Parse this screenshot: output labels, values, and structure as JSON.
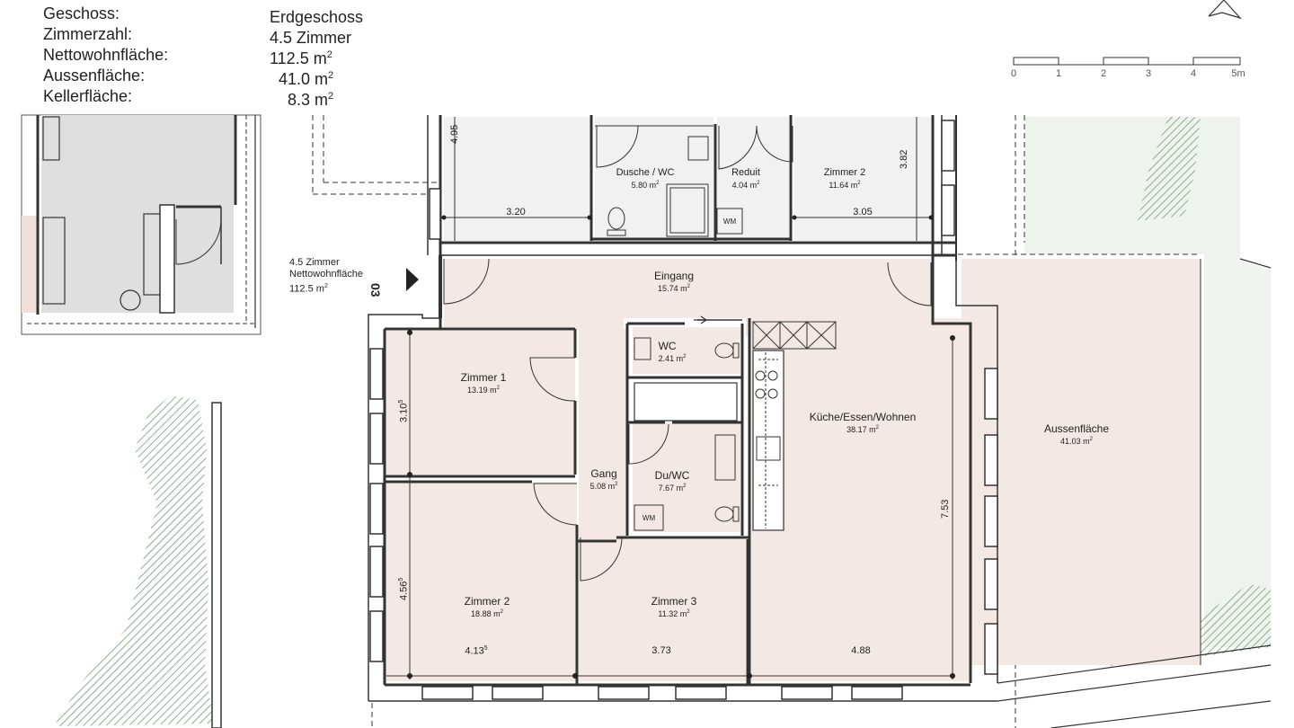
{
  "info": {
    "rows": [
      {
        "label": "Geschoss:",
        "value": "Erdgeschoss",
        "unit": ""
      },
      {
        "label": "Zimmerzahl:",
        "value": "4.5 Zimmer",
        "unit": ""
      },
      {
        "label": "Nettowohnfläche:",
        "value": "112.5 m",
        "unit": "2"
      },
      {
        "label": "Aussenfläche:",
        "value": "41.0 m",
        "unit": "2"
      },
      {
        "label": "Kellerfläche:",
        "value": "8.3 m",
        "unit": "2"
      }
    ]
  },
  "scale_bar": {
    "ticks": [
      "0",
      "1",
      "2",
      "3",
      "4",
      "5m"
    ]
  },
  "unit_marker": {
    "line1": "4.5 Zimmer",
    "line2": "Nettowohnfläche",
    "line3": "112.5 m",
    "sup": "2",
    "number": "03"
  },
  "rooms": {
    "upper_dusche": {
      "name": "Dusche / WC",
      "area": "5.80 m",
      "sup": "2"
    },
    "upper_reduit": {
      "name": "Reduit",
      "area": "4.04 m",
      "sup": "2"
    },
    "upper_zimmer2": {
      "name": "Zimmer 2",
      "area": "11.64 m",
      "sup": "2"
    },
    "eingang": {
      "name": "Eingang",
      "area": "15.74 m",
      "sup": "2"
    },
    "wc": {
      "name": "WC",
      "area": "2.41 m",
      "sup": "2"
    },
    "zimmer1": {
      "name": "Zimmer 1",
      "area": "13.19 m",
      "sup": "2"
    },
    "kueche": {
      "name": "Küche/Essen/Wohnen",
      "area": "38.17 m",
      "sup": "2"
    },
    "aussen": {
      "name": "Aussenfläche",
      "area": "41.03 m",
      "sup": "2"
    },
    "gang": {
      "name": "Gang",
      "area": "5.08 m",
      "sup": "2"
    },
    "duwc": {
      "name": "Du/WC",
      "area": "7.67 m",
      "sup": "2"
    },
    "zimmer2": {
      "name": "Zimmer 2",
      "area": "18.88 m",
      "sup": "2"
    },
    "zimmer3": {
      "name": "Zimmer 3",
      "area": "11.32 m",
      "sup": "2"
    }
  },
  "dimensions": {
    "top_left_w": "3.20",
    "top_right_w": "3.05",
    "top_left_h": "4.95",
    "top_right_h": "3.82",
    "z1_h": "3.10",
    "z1_h_sup": "5",
    "z2_h": "4.56",
    "z2_h_sup": "5",
    "kueche_h": "7.53",
    "bottom_1": "4.13",
    "bottom_1_sup": "5",
    "bottom_2": "3.73",
    "bottom_3": "4.88"
  },
  "wm_label": "WM"
}
